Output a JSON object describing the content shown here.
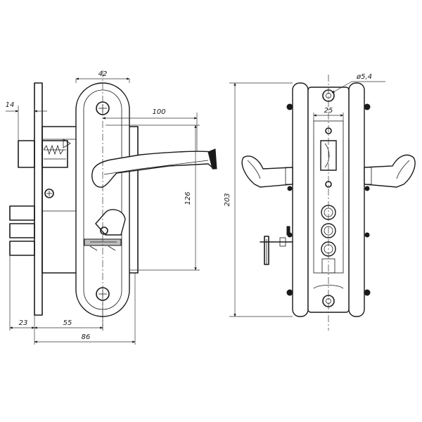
{
  "dimensions": {
    "d_42": "42",
    "d_14": "14",
    "d_100": "100",
    "d_126": "126",
    "d_23": "23",
    "d_55": "55",
    "d_86": "86",
    "d_203": "203",
    "d_25": "25",
    "d_phi": "ø5,4"
  }
}
